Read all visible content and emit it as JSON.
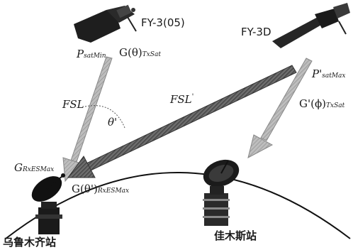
{
  "satellites": {
    "left": {
      "name": "FY-3(05)",
      "power": "P",
      "power_sub": "satMin",
      "gain": "G(θ)",
      "gain_sub": "TxSat"
    },
    "right": {
      "name": "FY-3D",
      "power": "P'",
      "power_sub": "satMax",
      "gain": "G'(ϕ)",
      "gain_sub": "TxSat"
    }
  },
  "links": {
    "left_path": "FSL",
    "cross_path": "FSL",
    "cross_path_mark": "'",
    "angle": "θ'"
  },
  "stations": {
    "left": {
      "name": "乌鲁木齐站",
      "gain": "G",
      "gain_sub": "RxESMax",
      "gain2": "G(θ'",
      "gain2_close": ")",
      "gain2_sub": "RxESMax"
    },
    "right": {
      "name": "佳木斯站"
    }
  }
}
